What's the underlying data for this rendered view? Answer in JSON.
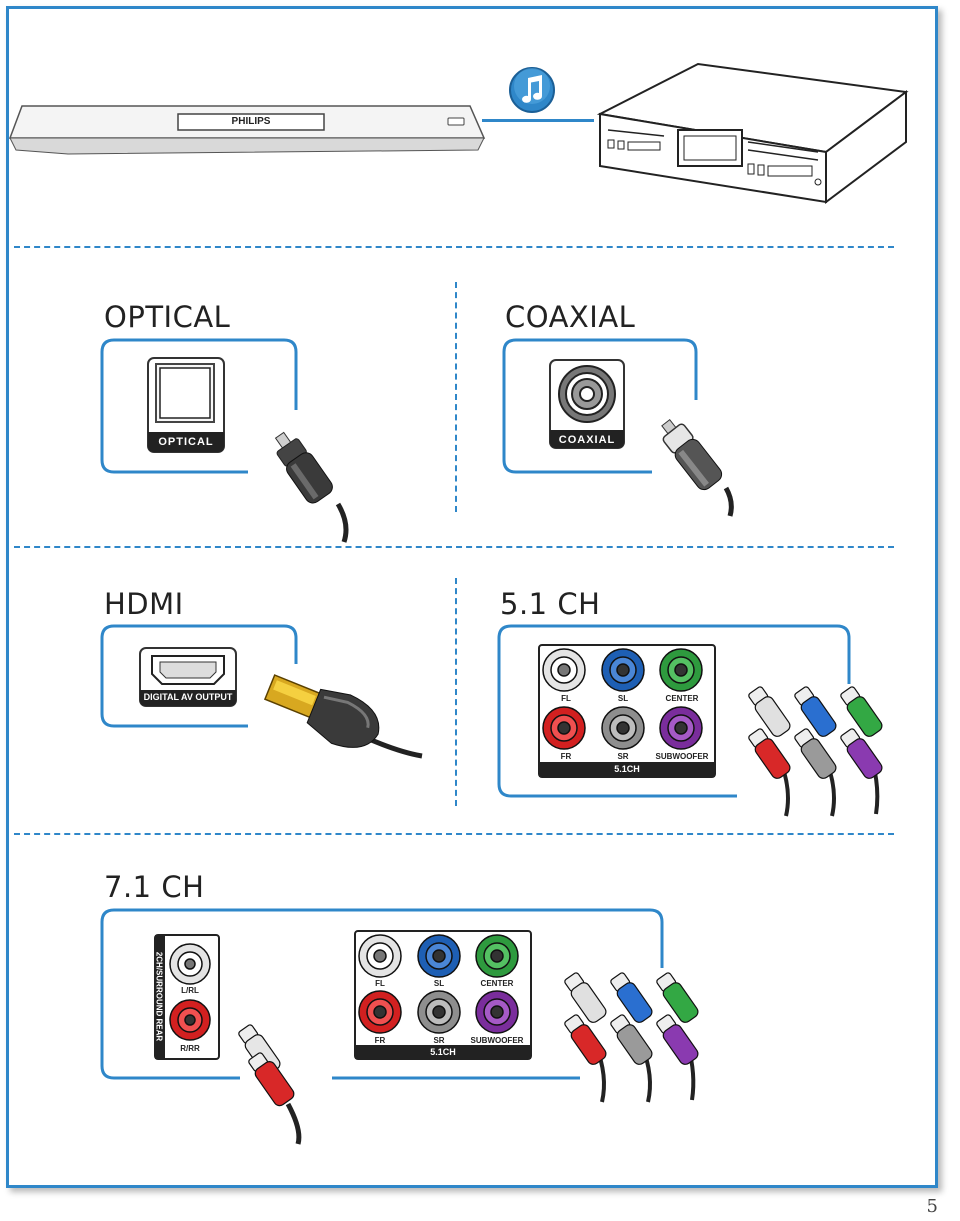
{
  "player": {
    "brand": "PHILIPS"
  },
  "sections": {
    "optical": {
      "title": "OPTICAL",
      "port_label": "OPTICAL"
    },
    "coaxial": {
      "title": "COAXIAL",
      "port_label": "COAXIAL"
    },
    "hdmi": {
      "title": "HDMI",
      "port_label": "DIGITAL AV OUTPUT"
    },
    "ch51": {
      "title": "5.1 CH",
      "labels": {
        "fl": "FL",
        "sl": "SL",
        "center": "CENTER",
        "fr": "FR",
        "sr": "SR",
        "sub": "SUBWOOFER"
      },
      "band": "5.1CH"
    },
    "ch71": {
      "title": "7.1 CH",
      "rear_vertical": "2CH/SURROUND REAR",
      "rear_labels": {
        "lrl": "L/RL",
        "rrr": "R/RR"
      },
      "labels": {
        "fl": "FL",
        "sl": "SL",
        "center": "CENTER",
        "fr": "FR",
        "sr": "SR",
        "sub": "SUBWOOFER"
      },
      "band": "5.1CH"
    }
  },
  "icons": {
    "audio": "music-note-icon"
  },
  "colors": {
    "accent": "#2f87c9",
    "jack_white": "#dcdcdc",
    "jack_blue": "#1e5fb4",
    "jack_green": "#2e9a3e",
    "jack_red": "#d22020",
    "jack_gray": "#8e8e8e",
    "jack_purple": "#7a2d9c"
  },
  "page_number": "5"
}
